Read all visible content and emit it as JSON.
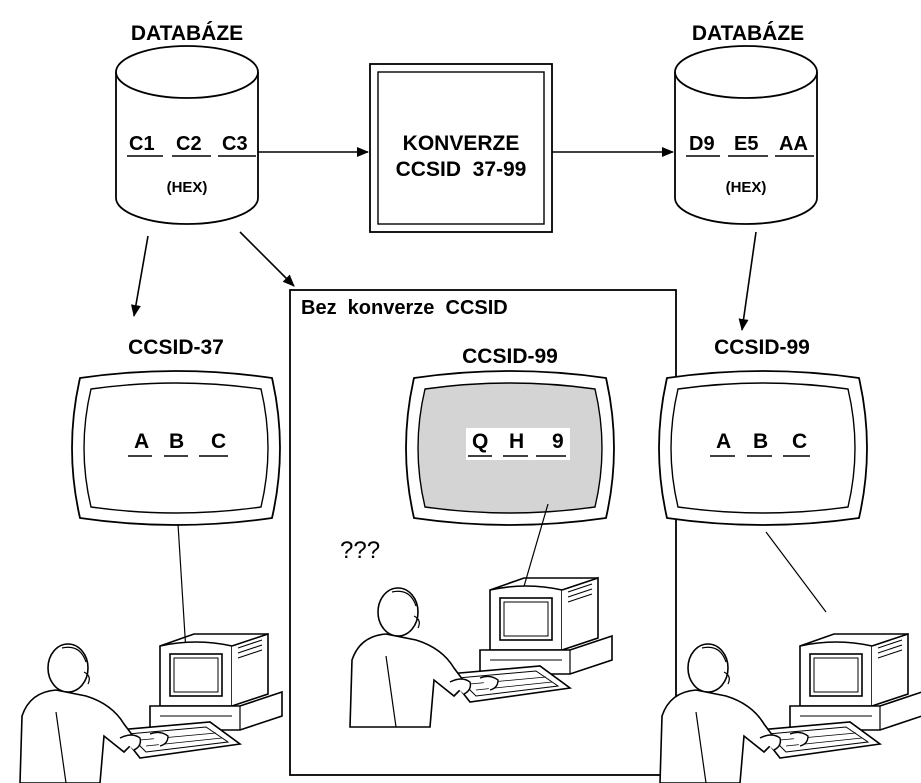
{
  "left_db": {
    "title": "DATABÁZE",
    "codes": [
      "C1",
      "C2",
      "C3"
    ],
    "hex_label": "(HEX)"
  },
  "right_db": {
    "title": "DATABÁZE",
    "codes": [
      "D9",
      "E5",
      "AA"
    ],
    "hex_label": "(HEX)"
  },
  "converter": {
    "line1": "KONVERZE",
    "line2": "CCSID  37-99"
  },
  "left_terminal": {
    "title": "CCSID-37",
    "chars": [
      "A",
      "B",
      "C"
    ]
  },
  "middle_panel": {
    "title": "Bez  konverze  CCSID",
    "terminal_title": "CCSID-99",
    "chars": [
      "Q",
      "H",
      "9"
    ],
    "question": "???"
  },
  "right_terminal": {
    "title": "CCSID-99",
    "chars": [
      "A",
      "B",
      "C"
    ]
  },
  "colors": {
    "screen_gray": "#d4d4d4",
    "line": "#000000"
  },
  "icons": [
    "database-cylinder-icon",
    "monitor-screen-icon",
    "user-at-computer-icon",
    "arrow-icon"
  ]
}
